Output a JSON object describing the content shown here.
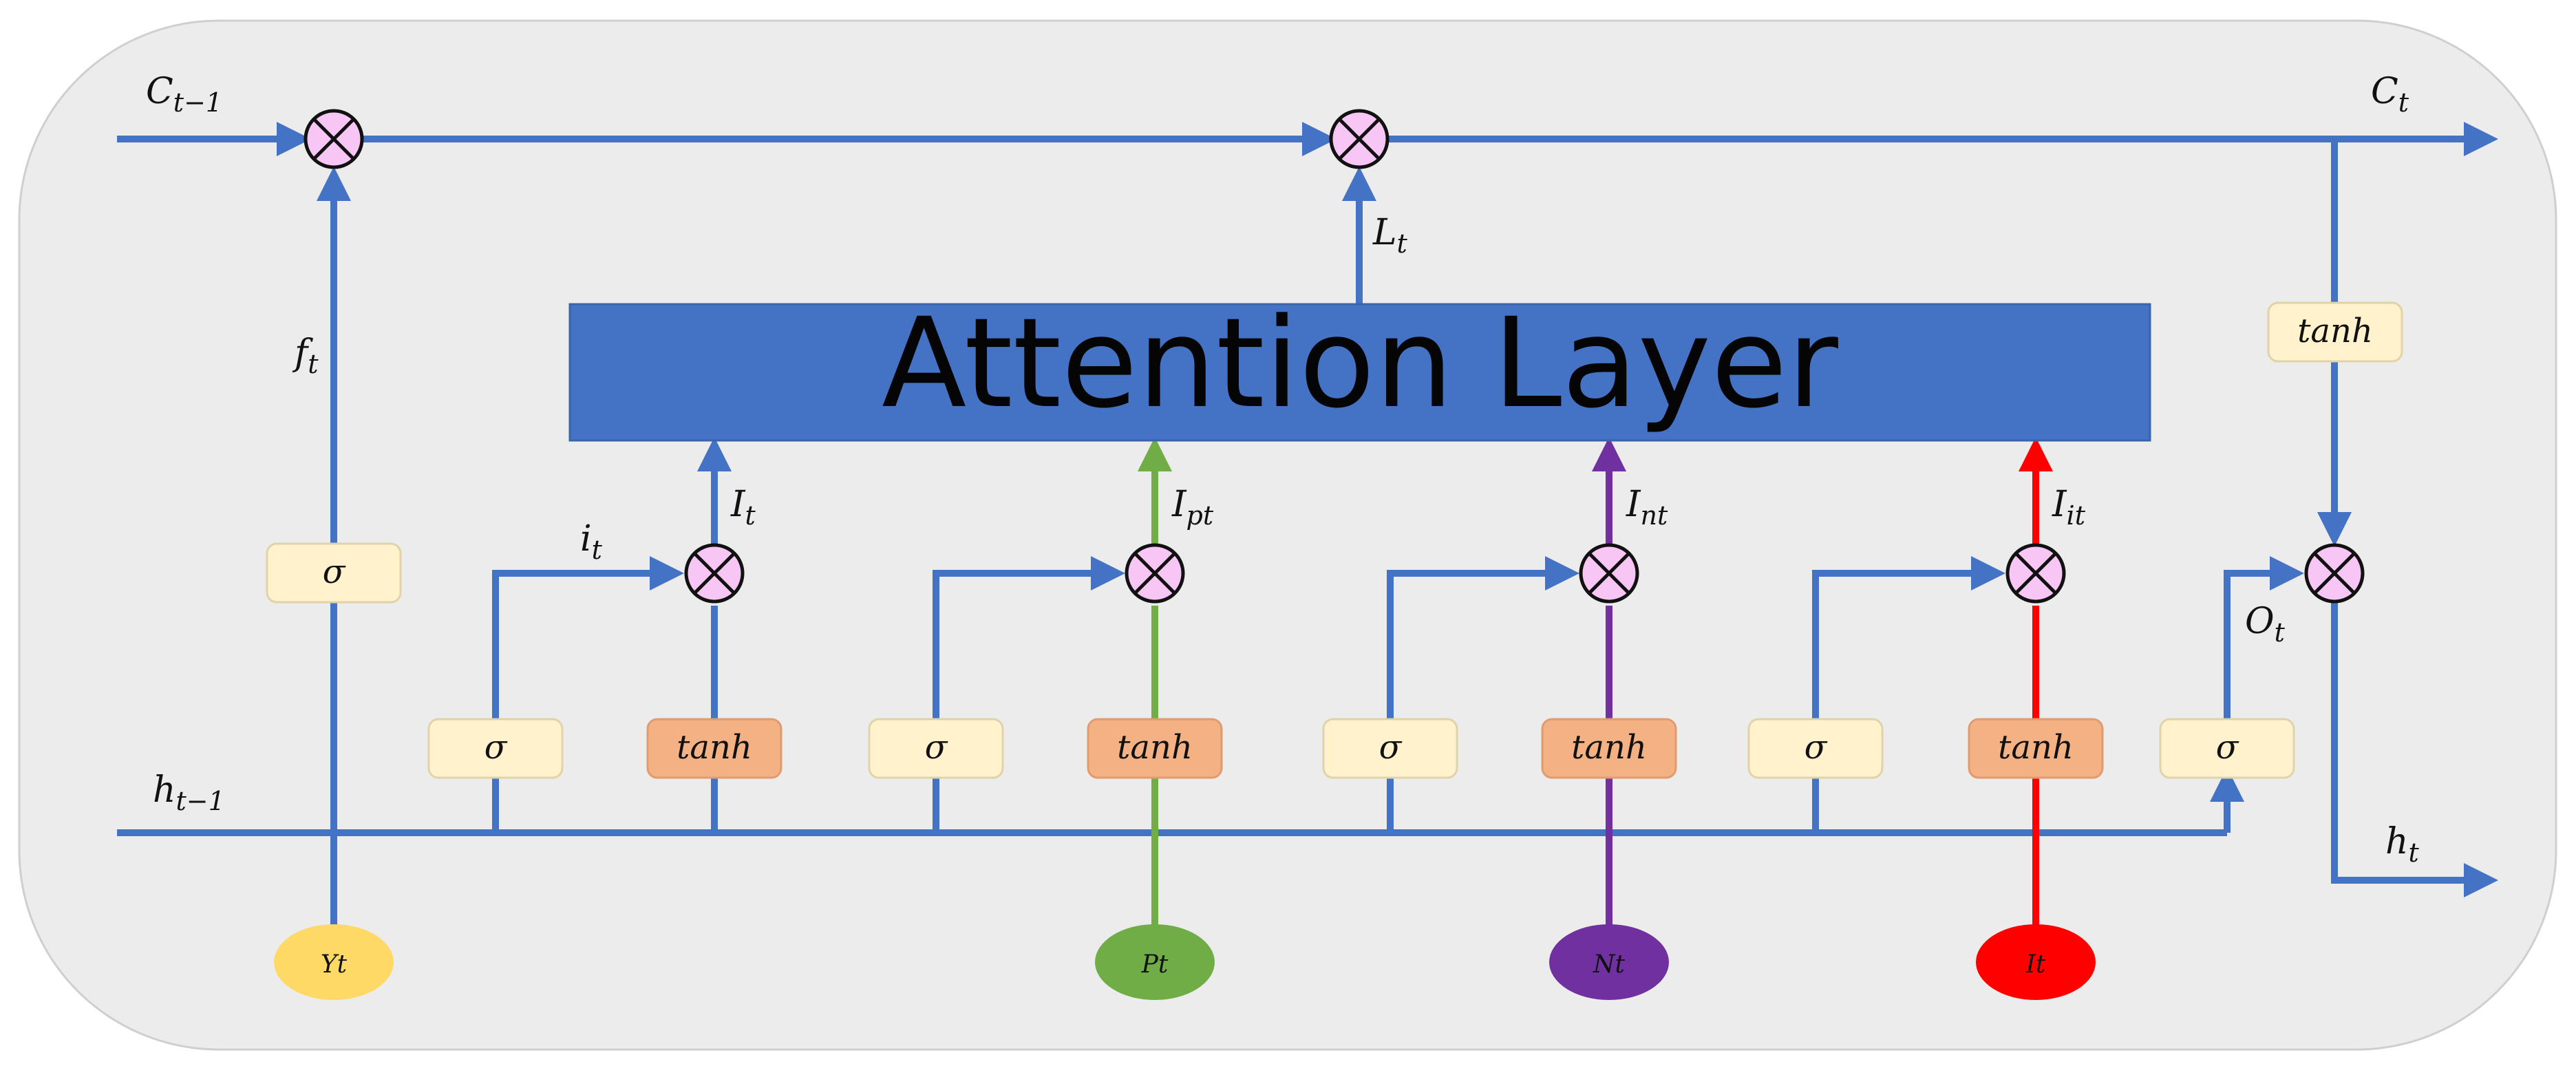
{
  "colors": {
    "background_panel": "#ececec",
    "panel_border": "#cfcfcf",
    "flow_blue": "#4472c4",
    "attention_fill": "#4472c4",
    "sigmoid_box": "#fff2cc",
    "tanh_box_light": "#fff2cc",
    "tanh_box_orange": "#f4b183",
    "multiply_node": "#f7c6f4",
    "green": "#70ad47",
    "purple": "#7030a0",
    "red": "#ff0000",
    "yellow": "#ffd966"
  },
  "attention": {
    "title": "Attention Layer"
  },
  "labels": {
    "c_prev": "C",
    "c_prev_sub": "t−1",
    "c_t": "C",
    "c_t_sub": "t",
    "h_prev": "h",
    "h_prev_sub": "t−1",
    "h_t": "h",
    "h_t_sub": "t",
    "f_t": "f",
    "f_t_sub": "t",
    "i_t": "i",
    "i_t_sub": "t",
    "l_t": "L",
    "l_t_sub": "t",
    "o_t": "O",
    "o_t_sub": "t",
    "I_t": "I",
    "I_t_sub": "t",
    "I_pt": "I",
    "I_pt_sub": "pt",
    "I_nt": "I",
    "I_nt_sub": "nt",
    "I_it": "I",
    "I_it_sub": "it"
  },
  "gates": {
    "sigma": "σ",
    "tanh": "tanh"
  },
  "inputs": {
    "yt": "Yt",
    "pt": "Pt",
    "nt": "Nt",
    "it": "It"
  }
}
